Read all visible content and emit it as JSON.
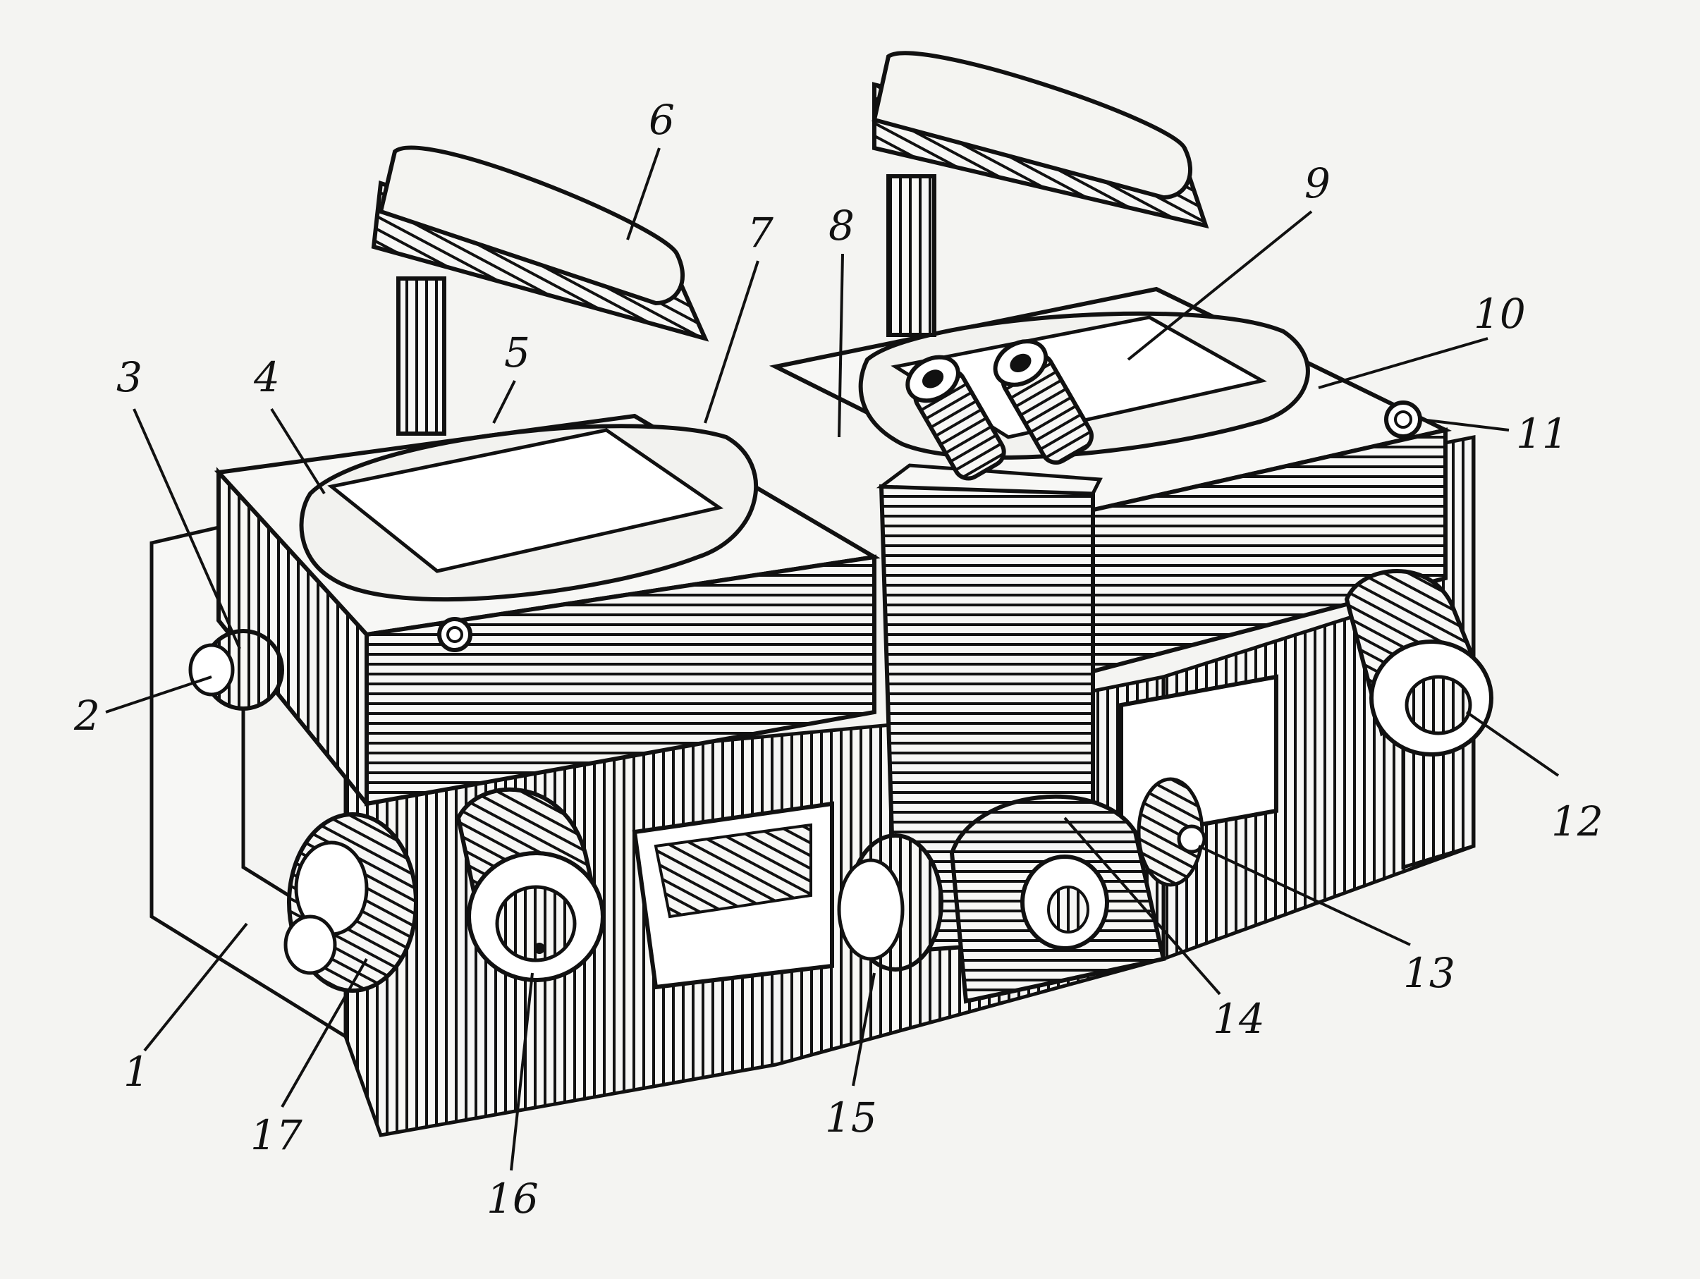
{
  "figure": {
    "callouts": [
      {
        "id": "1",
        "label": "1"
      },
      {
        "id": "2",
        "label": "2"
      },
      {
        "id": "3",
        "label": "3"
      },
      {
        "id": "4",
        "label": "4"
      },
      {
        "id": "5",
        "label": "5"
      },
      {
        "id": "6",
        "label": "6"
      },
      {
        "id": "7",
        "label": "7"
      },
      {
        "id": "8",
        "label": "8"
      },
      {
        "id": "9",
        "label": "9"
      },
      {
        "id": "10",
        "label": "10"
      },
      {
        "id": "11",
        "label": "11"
      },
      {
        "id": "12",
        "label": "12"
      },
      {
        "id": "13",
        "label": "13"
      },
      {
        "id": "14",
        "label": "14"
      },
      {
        "id": "15",
        "label": "15"
      },
      {
        "id": "16",
        "label": "16"
      },
      {
        "id": "17",
        "label": "17"
      }
    ],
    "colors": {
      "paper": "#f4f4f2",
      "ink": "#111111"
    }
  }
}
